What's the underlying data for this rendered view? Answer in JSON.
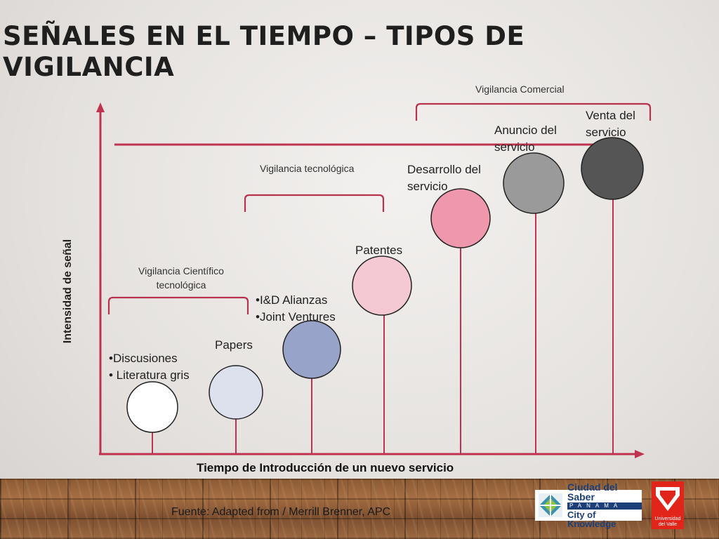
{
  "slide": {
    "title_line1": "SEÑALES EN EL TIEMPO – TIPOS DE",
    "title_line2": "VIGILANCIA"
  },
  "axes": {
    "y_label": "Intensidad de señal",
    "x_label": "Tiempo de Introducción de un nuevo servicio"
  },
  "brackets": {
    "cientifico_line1": "Vigilancia Científico",
    "cientifico_line2": "tecnológica",
    "tecnologica": "Vigilancia tecnológica",
    "comercial": "Vigilancia Comercial"
  },
  "stages": [
    {
      "label_line1": "•Discusiones",
      "label_line2": "• Literatura gris",
      "color": "#ffffff"
    },
    {
      "label_line1": "Papers",
      "label_line2": "",
      "color": "#dde1ee"
    },
    {
      "label_line1": "•I&D Alianzas",
      "label_line2": "•Joint Ventures",
      "color": "#97a3c8"
    },
    {
      "label_line1": "Patentes",
      "label_line2": "",
      "color": "#f4c9d4"
    },
    {
      "label_line1": "Desarrollo del",
      "label_line2": "servicio",
      "color": "#ee97ad"
    },
    {
      "label_line1": "Anuncio del",
      "label_line2": "servicio",
      "color": "#9a9a9a"
    },
    {
      "label_line1": "Venta del",
      "label_line2": "servicio",
      "color": "#555555"
    }
  ],
  "source": "Fuente: Adapted from / Merrill Brenner, APC",
  "logos": {
    "cds_line1": "Ciudad del Saber",
    "cds_line2": "PANAMA",
    "cds_line3": "City of Knowledge",
    "uv_text": "Universidad del Valle"
  },
  "colors": {
    "axis": "#c0334f",
    "bracket": "#b8324c",
    "circle_stroke": "#222222"
  }
}
